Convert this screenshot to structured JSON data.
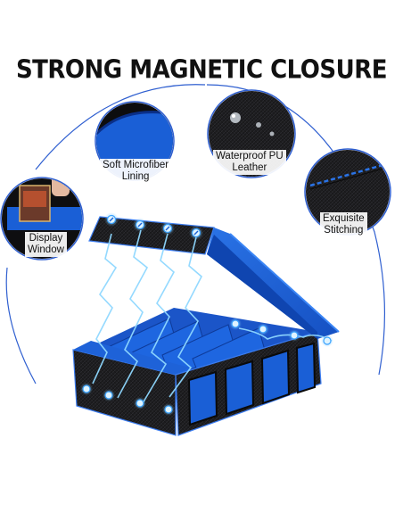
{
  "title": "STRONG MAGNETIC CLOSURE",
  "callouts": {
    "microfiber": [
      "Soft Microfiber",
      "Lining"
    ],
    "leather": [
      "Waterproof PU",
      "Leather"
    ],
    "window": [
      "Display",
      "Window"
    ],
    "stitching": [
      "Exquisite",
      "Stitching"
    ]
  },
  "colors": {
    "accent_blue": "#1a5fd6",
    "box_black": "#1b1b1d",
    "lightning": "#7fd0ff",
    "callout_line": "#2f5fd0"
  },
  "icons": [
    "magnet-icon",
    "lightning-icon"
  ]
}
